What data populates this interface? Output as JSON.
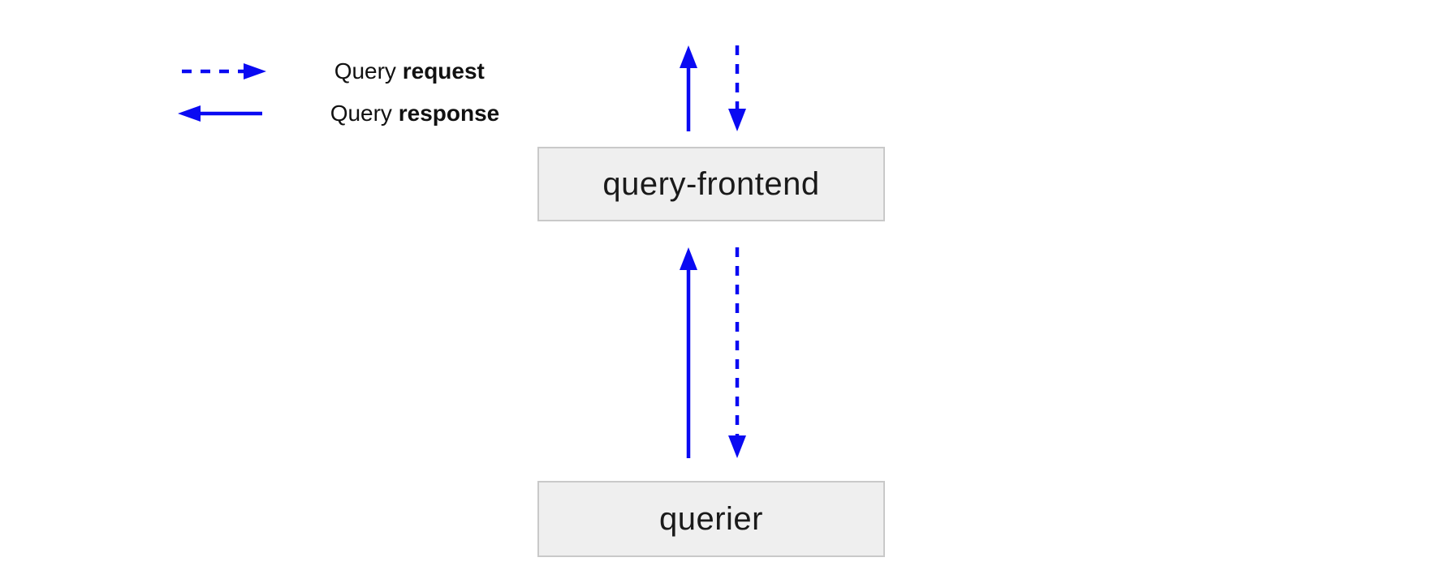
{
  "legend": {
    "items": [
      {
        "id": "query-request",
        "arrow_style": "dashed",
        "arrow_direction": "right",
        "text_normal": "Query ",
        "text_bold": "request"
      },
      {
        "id": "query-response",
        "arrow_style": "solid",
        "arrow_direction": "left",
        "text_normal": "Query ",
        "text_bold": "response"
      }
    ]
  },
  "nodes": {
    "query_frontend": {
      "label": "query-frontend"
    },
    "querier": {
      "label": "querier"
    }
  },
  "edges": [
    {
      "between": "top and query-frontend",
      "style": "solid",
      "direction": "up",
      "meaning": "Query response"
    },
    {
      "between": "top and query-frontend",
      "style": "dashed",
      "direction": "down",
      "meaning": "Query request"
    },
    {
      "between": "query-frontend and querier",
      "style": "solid",
      "direction": "up",
      "meaning": "Query response"
    },
    {
      "between": "query-frontend and querier",
      "style": "dashed",
      "direction": "down",
      "meaning": "Query request"
    }
  ],
  "colors": {
    "arrow": "#0a0af2",
    "node_fill": "#efefef",
    "node_border": "#c9c9c9",
    "node_text": "#1a1a1a",
    "legend_text": "#111111",
    "background": "#ffffff"
  }
}
